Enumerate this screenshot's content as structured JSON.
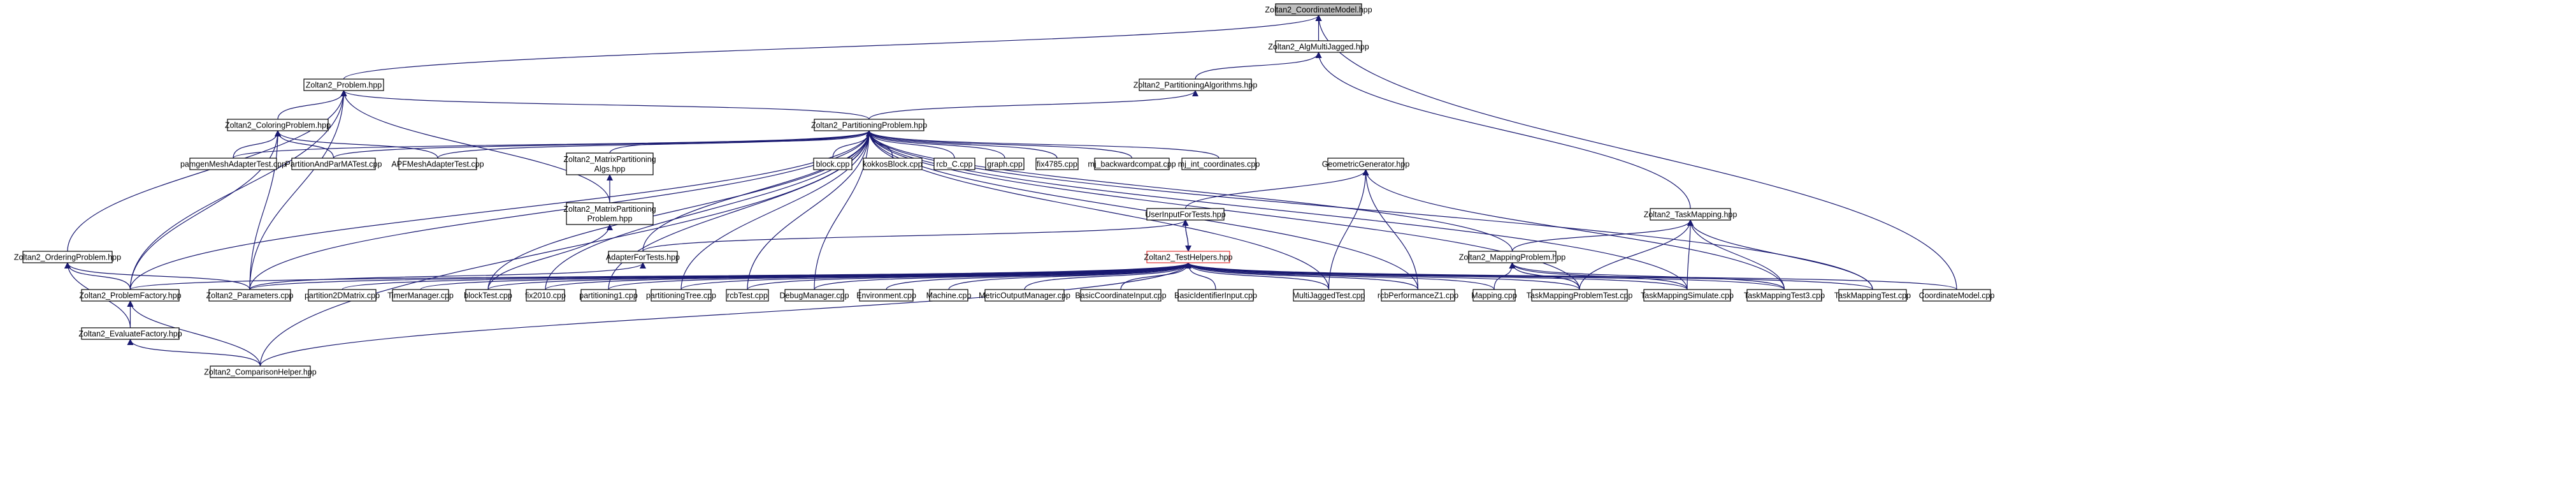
{
  "colors": {
    "edge": "#191970",
    "root_fill": "#bfbfbf",
    "highlight_stroke": "#e03030"
  },
  "nodes": [
    {
      "id": "cm_hpp",
      "lines": [
        "Zoltan2_CoordinateModel.hpp"
      ],
      "root": true
    },
    {
      "id": "amj",
      "lines": [
        "Zoltan2_AlgMultiJagged.hpp"
      ]
    },
    {
      "id": "palg",
      "lines": [
        "Zoltan2_PartitioningAlgorithms.hpp"
      ]
    },
    {
      "id": "prob",
      "lines": [
        "Zoltan2_Problem.hpp"
      ]
    },
    {
      "id": "pp",
      "lines": [
        "Zoltan2_PartitioningProblem.hpp"
      ]
    },
    {
      "id": "color",
      "lines": [
        "Zoltan2_ColoringProblem.hpp"
      ]
    },
    {
      "id": "pamgen",
      "lines": [
        "pamgenMeshAdapterTest.cpp"
      ]
    },
    {
      "id": "pandp",
      "lines": [
        "PartitionAndParMATest.cpp"
      ]
    },
    {
      "id": "apf",
      "lines": [
        "APFMeshAdapterTest.cpp"
      ]
    },
    {
      "id": "mpa",
      "lines": [
        "Zoltan2_MatrixPartitioning",
        "Algs.hpp"
      ]
    },
    {
      "id": "mpp",
      "lines": [
        "Zoltan2_MatrixPartitioning",
        "Problem.hpp"
      ]
    },
    {
      "id": "block",
      "lines": [
        "block.cpp"
      ]
    },
    {
      "id": "kblock",
      "lines": [
        "kokkosBlock.cpp"
      ]
    },
    {
      "id": "rcbc",
      "lines": [
        "rcb_C.cpp"
      ]
    },
    {
      "id": "graph",
      "lines": [
        "graph.cpp"
      ]
    },
    {
      "id": "fix4785",
      "lines": [
        "fix4785.cpp"
      ]
    },
    {
      "id": "mjbc",
      "lines": [
        "mj_backwardcompat.cpp"
      ]
    },
    {
      "id": "mjint",
      "lines": [
        "mj_int_coordinates.cpp"
      ]
    },
    {
      "id": "geo",
      "lines": [
        "GeometricGenerator.hpp"
      ]
    },
    {
      "id": "uift",
      "lines": [
        "UserInputForTests.hpp"
      ]
    },
    {
      "id": "tm",
      "lines": [
        "Zoltan2_TaskMapping.hpp"
      ]
    },
    {
      "id": "mapprob",
      "lines": [
        "Zoltan2_MappingProblem.hpp"
      ]
    },
    {
      "id": "aft",
      "lines": [
        "AdapterForTests.hpp"
      ]
    },
    {
      "id": "th",
      "lines": [
        "Zoltan2_TestHelpers.hpp"
      ],
      "highlight": true
    },
    {
      "id": "op",
      "lines": [
        "Zoltan2_OrderingProblem.hpp"
      ]
    },
    {
      "id": "pf",
      "lines": [
        "Zoltan2_ProblemFactory.hpp"
      ]
    },
    {
      "id": "params",
      "lines": [
        "Zoltan2_Parameters.cpp"
      ]
    },
    {
      "id": "p2dm",
      "lines": [
        "partition2DMatrix.cpp"
      ]
    },
    {
      "id": "timer",
      "lines": [
        "TimerManager.cpp"
      ]
    },
    {
      "id": "btest",
      "lines": [
        "blockTest.cpp"
      ]
    },
    {
      "id": "fix2010",
      "lines": [
        "fix2010.cpp"
      ]
    },
    {
      "id": "part1",
      "lines": [
        "partitioning1.cpp"
      ]
    },
    {
      "id": "ptree",
      "lines": [
        "partitioningTree.cpp"
      ]
    },
    {
      "id": "rcbt",
      "lines": [
        "rcbTest.cpp"
      ]
    },
    {
      "id": "debug",
      "lines": [
        "DebugManager.cpp"
      ]
    },
    {
      "id": "env",
      "lines": [
        "Environment.cpp"
      ]
    },
    {
      "id": "machine",
      "lines": [
        "Machine.cpp"
      ]
    },
    {
      "id": "metric",
      "lines": [
        "MetricOutputManager.cpp"
      ]
    },
    {
      "id": "bci",
      "lines": [
        "BasicCoordinateInput.cpp"
      ]
    },
    {
      "id": "bii",
      "lines": [
        "BasicIdentifierInput.cpp"
      ]
    },
    {
      "id": "mjt",
      "lines": [
        "MultiJaggedTest.cpp"
      ]
    },
    {
      "id": "rcbp",
      "lines": [
        "rcbPerformanceZ1.cpp"
      ]
    },
    {
      "id": "mapping",
      "lines": [
        "Mapping.cpp"
      ]
    },
    {
      "id": "tmpt",
      "lines": [
        "TaskMappingProblemTest.cpp"
      ]
    },
    {
      "id": "tms",
      "lines": [
        "TaskMappingSimulate.cpp"
      ]
    },
    {
      "id": "tmt3",
      "lines": [
        "TaskMappingTest3.cpp"
      ]
    },
    {
      "id": "tmt",
      "lines": [
        "TaskMappingTest.cpp"
      ]
    },
    {
      "id": "cmcpp",
      "lines": [
        "CoordinateModel.cpp"
      ]
    },
    {
      "id": "ef",
      "lines": [
        "Zoltan2_EvaluateFactory.hpp"
      ]
    },
    {
      "id": "ch",
      "lines": [
        "Zoltan2_ComparisonHelper.hpp"
      ]
    }
  ]
}
